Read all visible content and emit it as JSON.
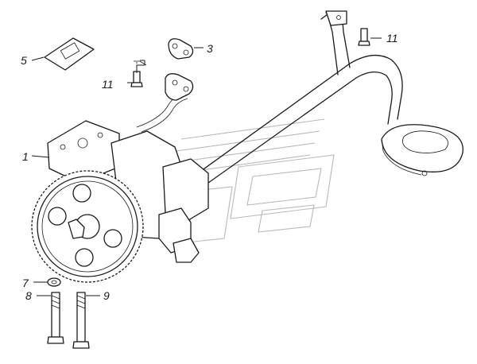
{
  "callouts": [
    {
      "key": "c1",
      "label": "1"
    },
    {
      "key": "c3",
      "label": "3"
    },
    {
      "key": "c5",
      "label": "5"
    },
    {
      "key": "c7",
      "label": "7"
    },
    {
      "key": "c8",
      "label": "8"
    },
    {
      "key": "c9",
      "label": "9"
    },
    {
      "key": "c11a",
      "label": "11"
    },
    {
      "key": "c11b",
      "label": "11"
    }
  ],
  "labels": {
    "c1": "1",
    "c3": "3",
    "c5": "5",
    "c7": "7",
    "c8": "8",
    "c9": "9",
    "c11a": "11",
    "c11b": "11"
  }
}
